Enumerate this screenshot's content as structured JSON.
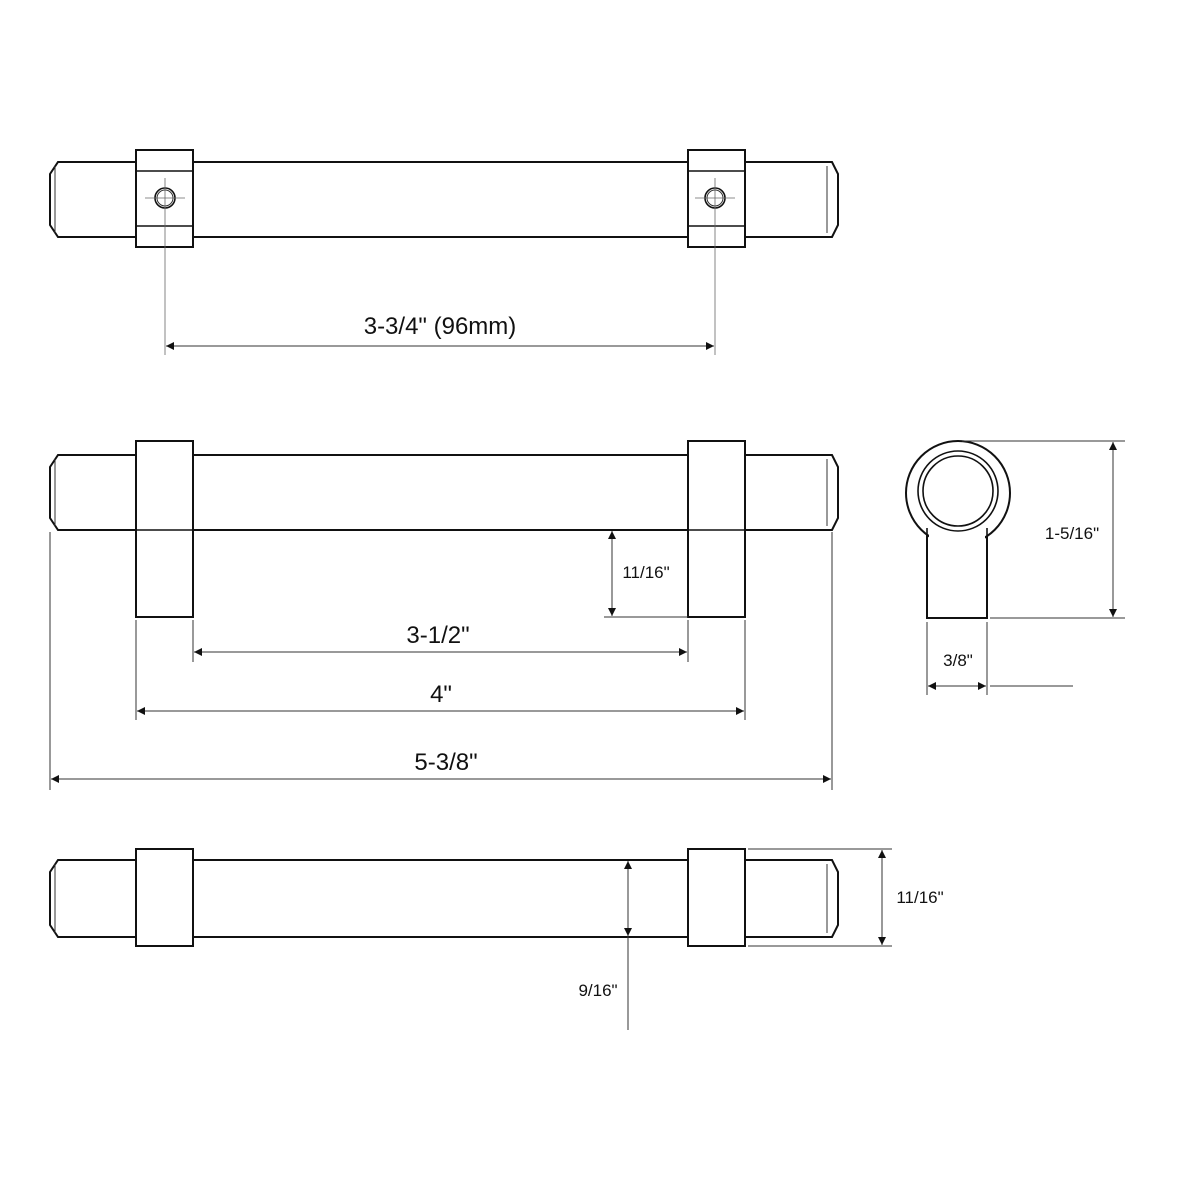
{
  "dimensions": {
    "hole_spacing": "3-3/4\" (96mm)",
    "inner_post_gap": "3-1/2\"",
    "post_outer_span": "4\"",
    "overall_length": "5-3/8\"",
    "projection_front": "11/16\"",
    "side_height": "1-5/16\"",
    "post_width": "3/8\"",
    "post_height_bottom": "11/16\"",
    "rod_diameter": "9/16\""
  }
}
